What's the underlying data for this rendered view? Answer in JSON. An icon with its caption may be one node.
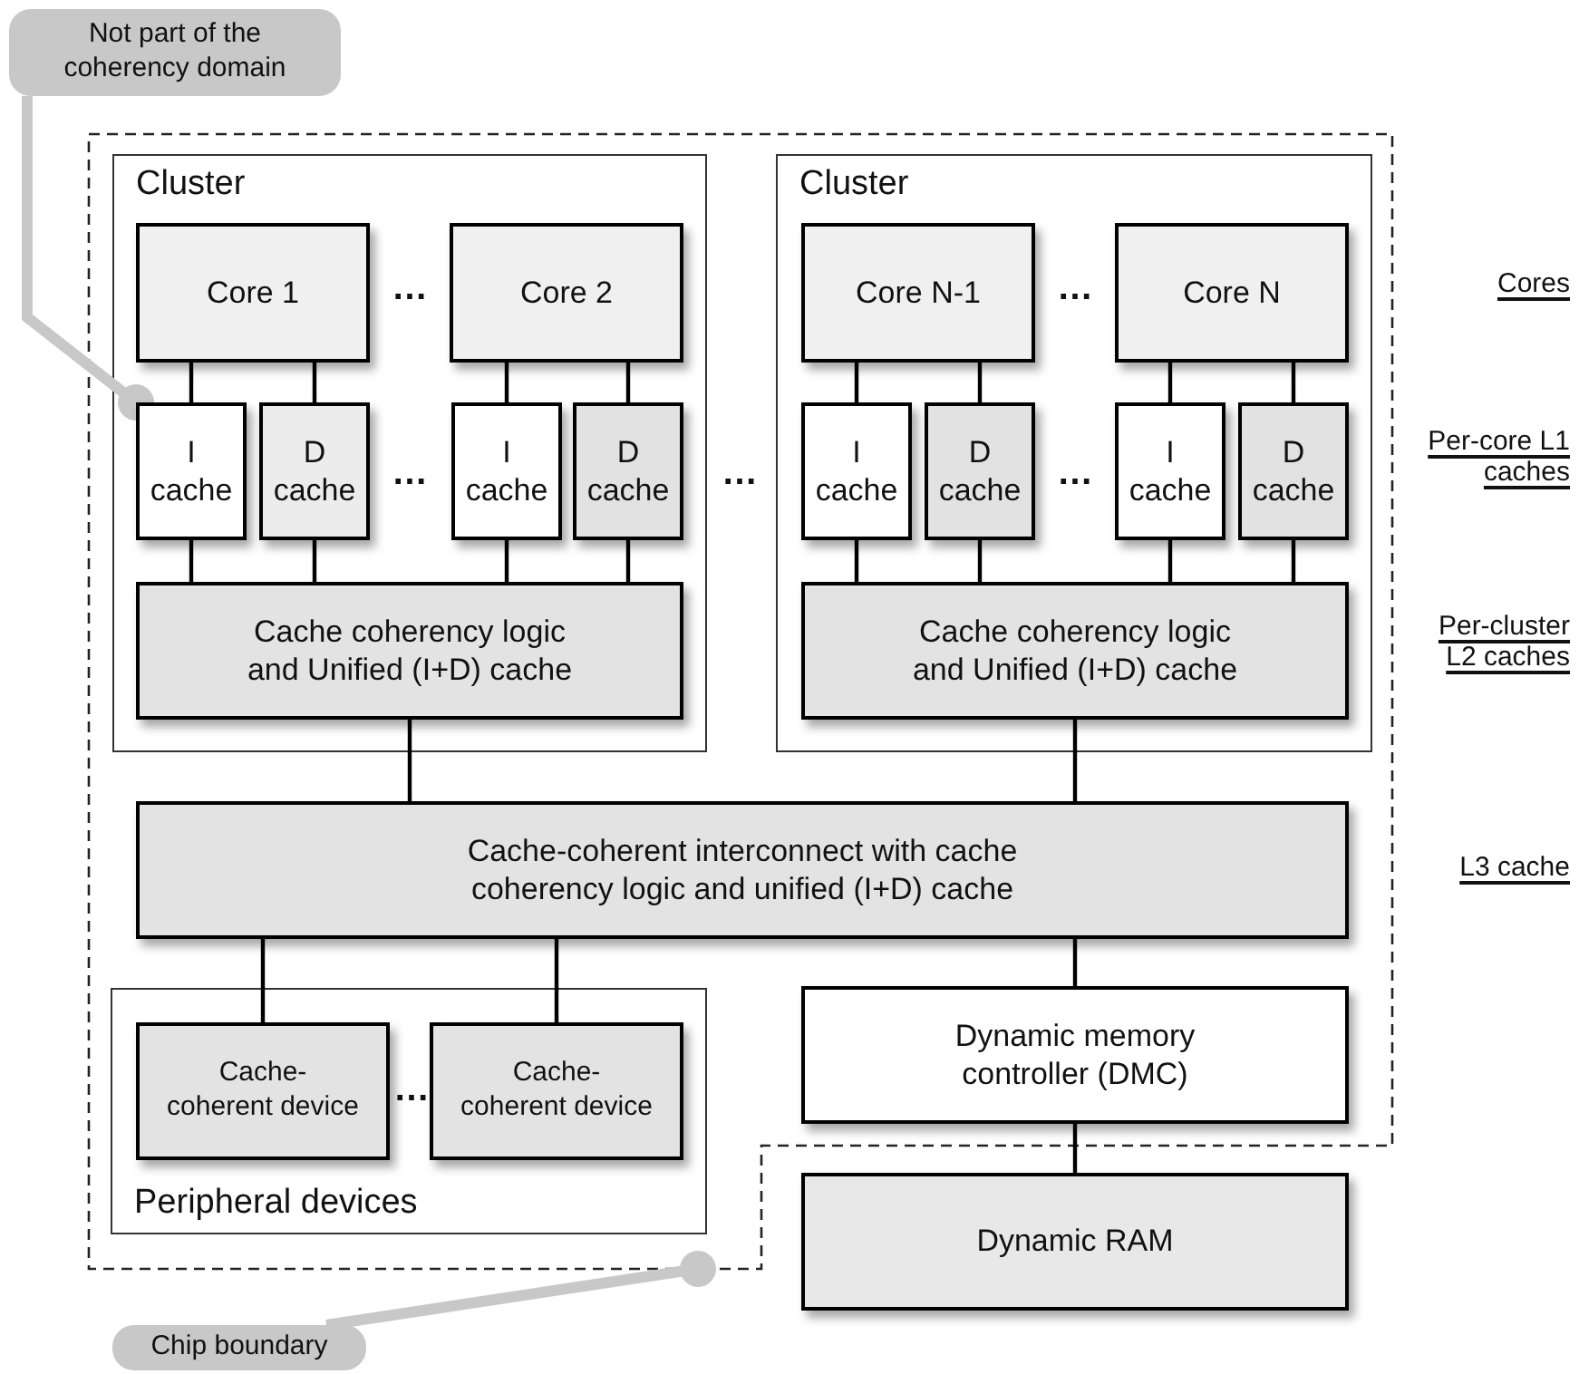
{
  "diagram": {
    "nodes": [
      {
        "text": [
          "Not part of the coherency domain"
        ]
      },
      {
        "text": [],
        "shape": "box"
      },
      {
        "text": [
          "Cluster"
        ],
        "in": 1
      },
      {
        "text": [
          "Core 1"
        ],
        "in": 2
      },
      {
        "text": [
          "Core 2"
        ],
        "in": 2
      },
      {
        "text": [
          "I cache"
        ],
        "in": 2
      },
      {
        "text": [
          "D cache"
        ],
        "in": 2
      },
      {
        "text": [
          "I cache"
        ],
        "in": 2
      },
      {
        "text": [
          "D cache"
        ],
        "in": 2
      },
      {
        "text": [
          "Cache coherency logic and Unified (I+D) cache"
        ],
        "in": 2
      },
      {
        "text": [
          "Cluster"
        ],
        "in": 1
      },
      {
        "text": [
          "Core N-1"
        ],
        "in": 10
      },
      {
        "text": [
          "Core N"
        ],
        "in": 10
      },
      {
        "text": [
          "I cache"
        ],
        "in": 10
      },
      {
        "text": [
          "D cache"
        ],
        "in": 10
      },
      {
        "text": [
          "I cache"
        ],
        "in": 10
      },
      {
        "text": [
          "D cache"
        ],
        "in": 10
      },
      {
        "text": [
          "Cache coherency logic and Unified (I+D) cache"
        ],
        "in": 10
      },
      {
        "text": [
          "Cache-coherent interconnect with cache coherency logic and unified (I+D) cache"
        ],
        "in": 1
      },
      {
        "text": [
          "Peripheral devices"
        ],
        "in": 1
      },
      {
        "text": [
          "Cache-coherent device"
        ],
        "in": 19
      },
      {
        "text": [
          "Cache-coherent device"
        ],
        "in": 19
      },
      {
        "text": [
          "Dynamic memory controller (DMC)"
        ],
        "in": 1
      },
      {
        "text": [
          "Dynamic RAM"
        ]
      },
      {
        "text": [
          "Chip boundary"
        ]
      }
    ],
    "edges": [
      {
        "from": 3,
        "to": 5,
        "arrow": "none"
      },
      {
        "from": 3,
        "to": 6,
        "arrow": "none"
      },
      {
        "from": 4,
        "to": 7,
        "arrow": "none"
      },
      {
        "from": 4,
        "to": 8,
        "arrow": "none"
      },
      {
        "from": 5,
        "to": 9,
        "arrow": "none"
      },
      {
        "from": 6,
        "to": 9,
        "arrow": "none"
      },
      {
        "from": 7,
        "to": 9,
        "arrow": "none"
      },
      {
        "from": 8,
        "to": 9,
        "arrow": "none"
      },
      {
        "from": 11,
        "to": 13,
        "arrow": "none"
      },
      {
        "from": 11,
        "to": 14,
        "arrow": "none"
      },
      {
        "from": 12,
        "to": 15,
        "arrow": "none"
      },
      {
        "from": 12,
        "to": 16,
        "arrow": "none"
      },
      {
        "from": 13,
        "to": 17,
        "arrow": "none"
      },
      {
        "from": 14,
        "to": 17,
        "arrow": "none"
      },
      {
        "from": 15,
        "to": 17,
        "arrow": "none"
      },
      {
        "from": 16,
        "to": 17,
        "arrow": "none"
      },
      {
        "from": 9,
        "to": 18,
        "arrow": "none"
      },
      {
        "from": 17,
        "to": 18,
        "arrow": "none"
      },
      {
        "from": 18,
        "to": 20,
        "arrow": "none"
      },
      {
        "from": 18,
        "to": 21,
        "arrow": "none"
      },
      {
        "from": 18,
        "to": 22,
        "arrow": "none"
      },
      {
        "from": 22,
        "to": 23,
        "arrow": "none"
      },
      {
        "from": 0,
        "to": 5,
        "arrow": "other",
        "style": "thick",
        "color": "#c8c8c8"
      },
      {
        "from": 24,
        "to": 1,
        "arrow": "other",
        "style": "thick",
        "color": "#c8c8c8"
      }
    ],
    "labels": [
      "…",
      "…",
      "Cores",
      "…",
      "…",
      "…",
      "Per-core L1 caches",
      "Per-cluster L2 caches",
      "L3 cache",
      "…"
    ]
  }
}
